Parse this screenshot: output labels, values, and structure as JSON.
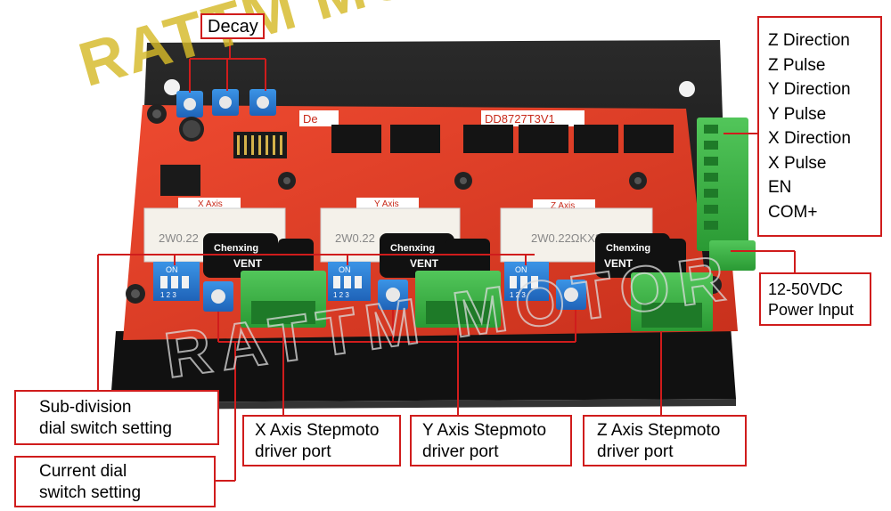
{
  "labels": {
    "decay": "Decay",
    "terminal_signals": [
      "Z Direction",
      "Z Pulse",
      "Y Direction",
      "Y Pulse",
      "X Direction",
      "X Pulse",
      "EN",
      "COM+"
    ],
    "power_input": [
      "12-50VDC",
      "Power Input"
    ],
    "subdivision": [
      "Sub-division",
      "dial switch setting"
    ],
    "current_dial": [
      "Current dial",
      "switch setting"
    ],
    "x_port": [
      "X Axis Stepmoto",
      "driver port"
    ],
    "y_port": [
      "Y Axis Stepmoto",
      "driver port"
    ],
    "z_port": [
      "Z Axis Stepmoto",
      "driver port"
    ]
  },
  "board": {
    "model_text": "DD8727T3V1",
    "brand_text": "De",
    "axis_x": "X Axis",
    "axis_y": "Y Axis",
    "axis_z": "Z Axis",
    "resistor_text": "2W0.22",
    "resistor_text_z": "2W0.22ΩKX2",
    "cap_brand": "Chenxing",
    "cap_text": "VENT",
    "dip_on": "ON",
    "dip_nums": "1 2 3"
  },
  "watermark": {
    "text": "RATTM MOTOR"
  },
  "colors": {
    "pcb": "#e23a24",
    "heatsink": "#1a1a1a",
    "terminal_green": "#3cb043",
    "label_border": "#d01c1c",
    "dip_blue": "#2b7fd4"
  }
}
